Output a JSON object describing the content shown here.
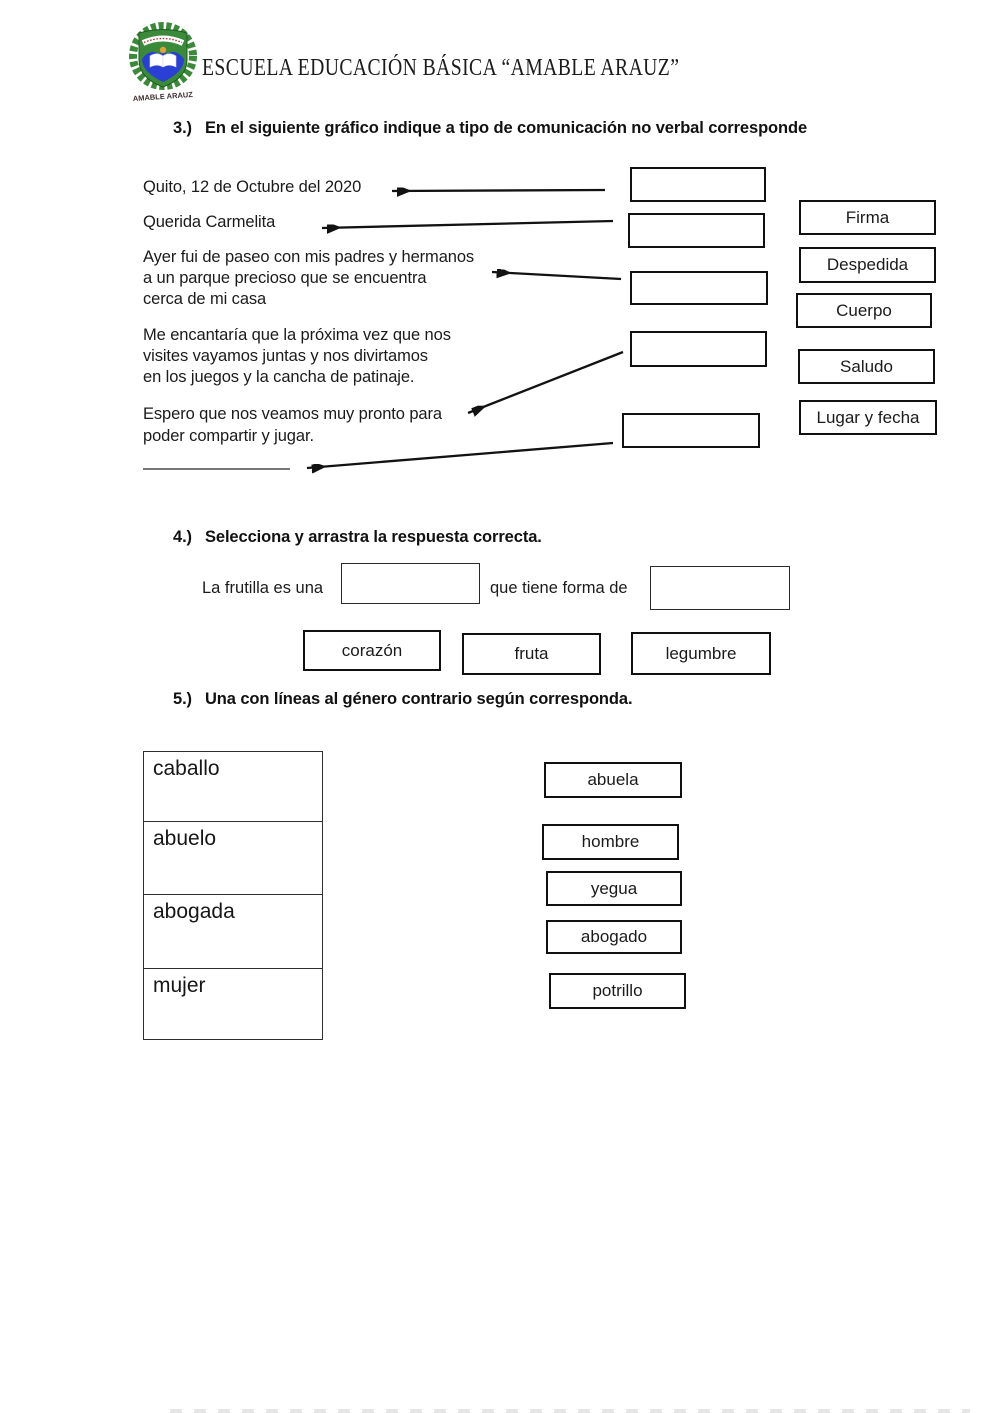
{
  "header": {
    "school_name": "ESCUELA EDUCACIÓN BÁSICA “AMABLE ARAUZ”",
    "logo_caption": "AMABLE ARAUZ",
    "logo_colors": {
      "wreath_green": "#3a8a3a",
      "shield_blue": "#2a3fd4",
      "accent_gold": "#e0a33a",
      "band_text_red": "#b03030"
    }
  },
  "section3": {
    "number": "3.)",
    "title": "En el siguiente gráfico indique a tipo de comunicación no verbal corresponde",
    "letter_lines": [
      "Quito, 12 de Octubre del 2020",
      "Querida Carmelita",
      "Ayer fui de paseo con mis padres y hermanos",
      "a un parque precioso que se encuentra",
      "cerca de mi casa",
      "Me encantaría que la próxima vez que nos",
      "visites vayamos juntas y nos divirtamos",
      "en los juegos y la cancha de patinaje.",
      "Espero que nos veamos muy pronto para",
      "poder compartir y jugar."
    ],
    "labels": [
      "Firma",
      "Despedida",
      "Cuerpo",
      "Saludo",
      "Lugar y fecha"
    ]
  },
  "section4": {
    "number": "4.)",
    "title": "Selecciona y arrastra la respuesta correcta.",
    "sentence_prefix": "La frutilla es una",
    "sentence_infix": "que tiene forma de",
    "options": [
      "corazón",
      "fruta",
      "legumbre"
    ]
  },
  "section5": {
    "number": "5.)",
    "title": "Una con líneas al género contrario según corresponda.",
    "left_words": [
      "caballo",
      "abuelo",
      "abogada",
      "mujer"
    ],
    "right_words": [
      "abuela",
      "hombre",
      "yegua",
      "abogado",
      "potrillo"
    ]
  }
}
